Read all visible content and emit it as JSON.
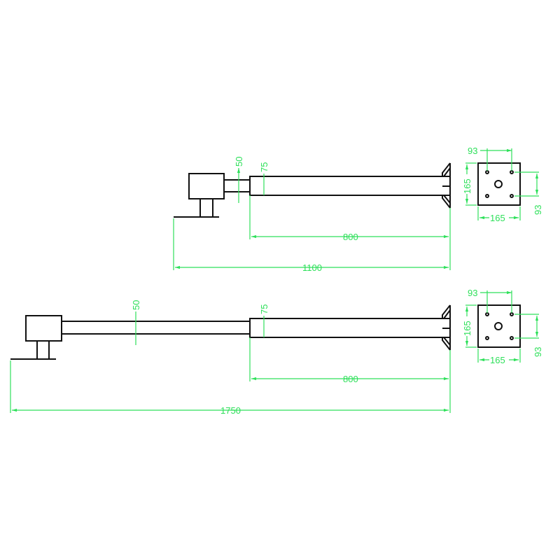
{
  "drawing": {
    "colors": {
      "outline": "#111111",
      "dimension": "#2ee05a"
    },
    "top_assembly": {
      "dims": {
        "small_pipe": "50",
        "main_pipe": "75",
        "main_length": "800",
        "total_length": "1100"
      },
      "plate": {
        "hole_spacing_h": "93",
        "hole_spacing_v": "93",
        "width": "165",
        "height": "165"
      }
    },
    "bottom_assembly": {
      "dims": {
        "small_pipe": "50",
        "main_pipe": "75",
        "main_length": "800",
        "total_length": "1750"
      },
      "plate": {
        "hole_spacing_h": "93",
        "hole_spacing_v": "93",
        "width": "165",
        "height": "165"
      }
    }
  }
}
